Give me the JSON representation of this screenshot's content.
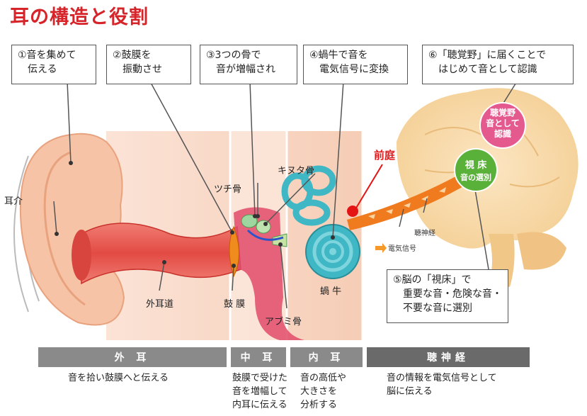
{
  "title": "耳の構造と役割",
  "callouts": {
    "c1": "①音を集めて\n　伝える",
    "c2": "②鼓膜を\n　振動させ",
    "c3": "③3つの骨で\n　音が増幅され",
    "c4": "④蝸牛で音を\n　電気信号に変換",
    "c6": "⑥「聴覚野」に届くことで\n　はじめて音として認識",
    "c5": "⑤脳の「視床」で\n　重要な音・危険な音・\n　不要な音に選別"
  },
  "labels": {
    "jikai": "耳介",
    "gaijidou": "外耳道",
    "komaku": "鼓 膜",
    "tsuchi": "ツチ骨",
    "kinuta": "キヌタ骨",
    "abumi": "アブミ骨",
    "kagyu": "蝸 牛",
    "zentei": "前庭",
    "denki": "電気信号",
    "choshinkei": "聴神経"
  },
  "circles": {
    "chokakuya": "聴覚野\n音として\n認識",
    "shisho_title": "視 床",
    "shisho_sub": "音の選別"
  },
  "sections": [
    {
      "label": "外 耳",
      "desc": "音を拾い鼓膜へと伝える"
    },
    {
      "label": "中 耳",
      "desc": "鼓膜で受けた\n音を増幅して\n内耳に伝える"
    },
    {
      "label": "内 耳",
      "desc": "音の高低や\n大きさを\n分析する"
    },
    {
      "label": "聴神経",
      "desc": "音の情報を電気信号として\n脳に伝える"
    }
  ],
  "colors": {
    "title": "#d6252a",
    "section_bar": "#8a8a8a",
    "nerve_bar": "#6a6a6a",
    "ear_skin": "#f6c9b0",
    "canal": "#e8504a",
    "cochlea": "#3fb7c4",
    "brain": "#f7d7a0",
    "chokakuya": "#e45a8f",
    "shisho": "#59b13a",
    "nerve": "#f07a1e"
  }
}
